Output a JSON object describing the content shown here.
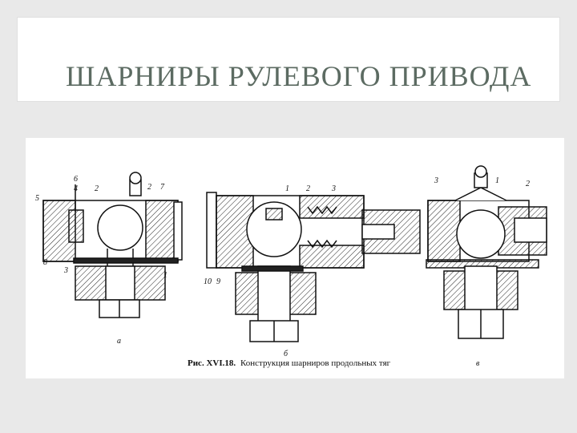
{
  "slide": {
    "title": "ШАРНИРЫ РУЛЕВОГО ПРИВОДА"
  },
  "figure": {
    "caption_prefix": "Рис. XVI.18.",
    "caption_text": "Конструкция шарниров продольных тяг",
    "subfigures": [
      "а",
      "б",
      "в"
    ],
    "labels_a": [
      "5",
      "6",
      "4",
      "2",
      "2",
      "7",
      "8",
      "3",
      "1"
    ],
    "labels_b": [
      "1",
      "2",
      "3",
      "10",
      "9"
    ],
    "labels_c": [
      "3",
      "1",
      "2"
    ]
  }
}
